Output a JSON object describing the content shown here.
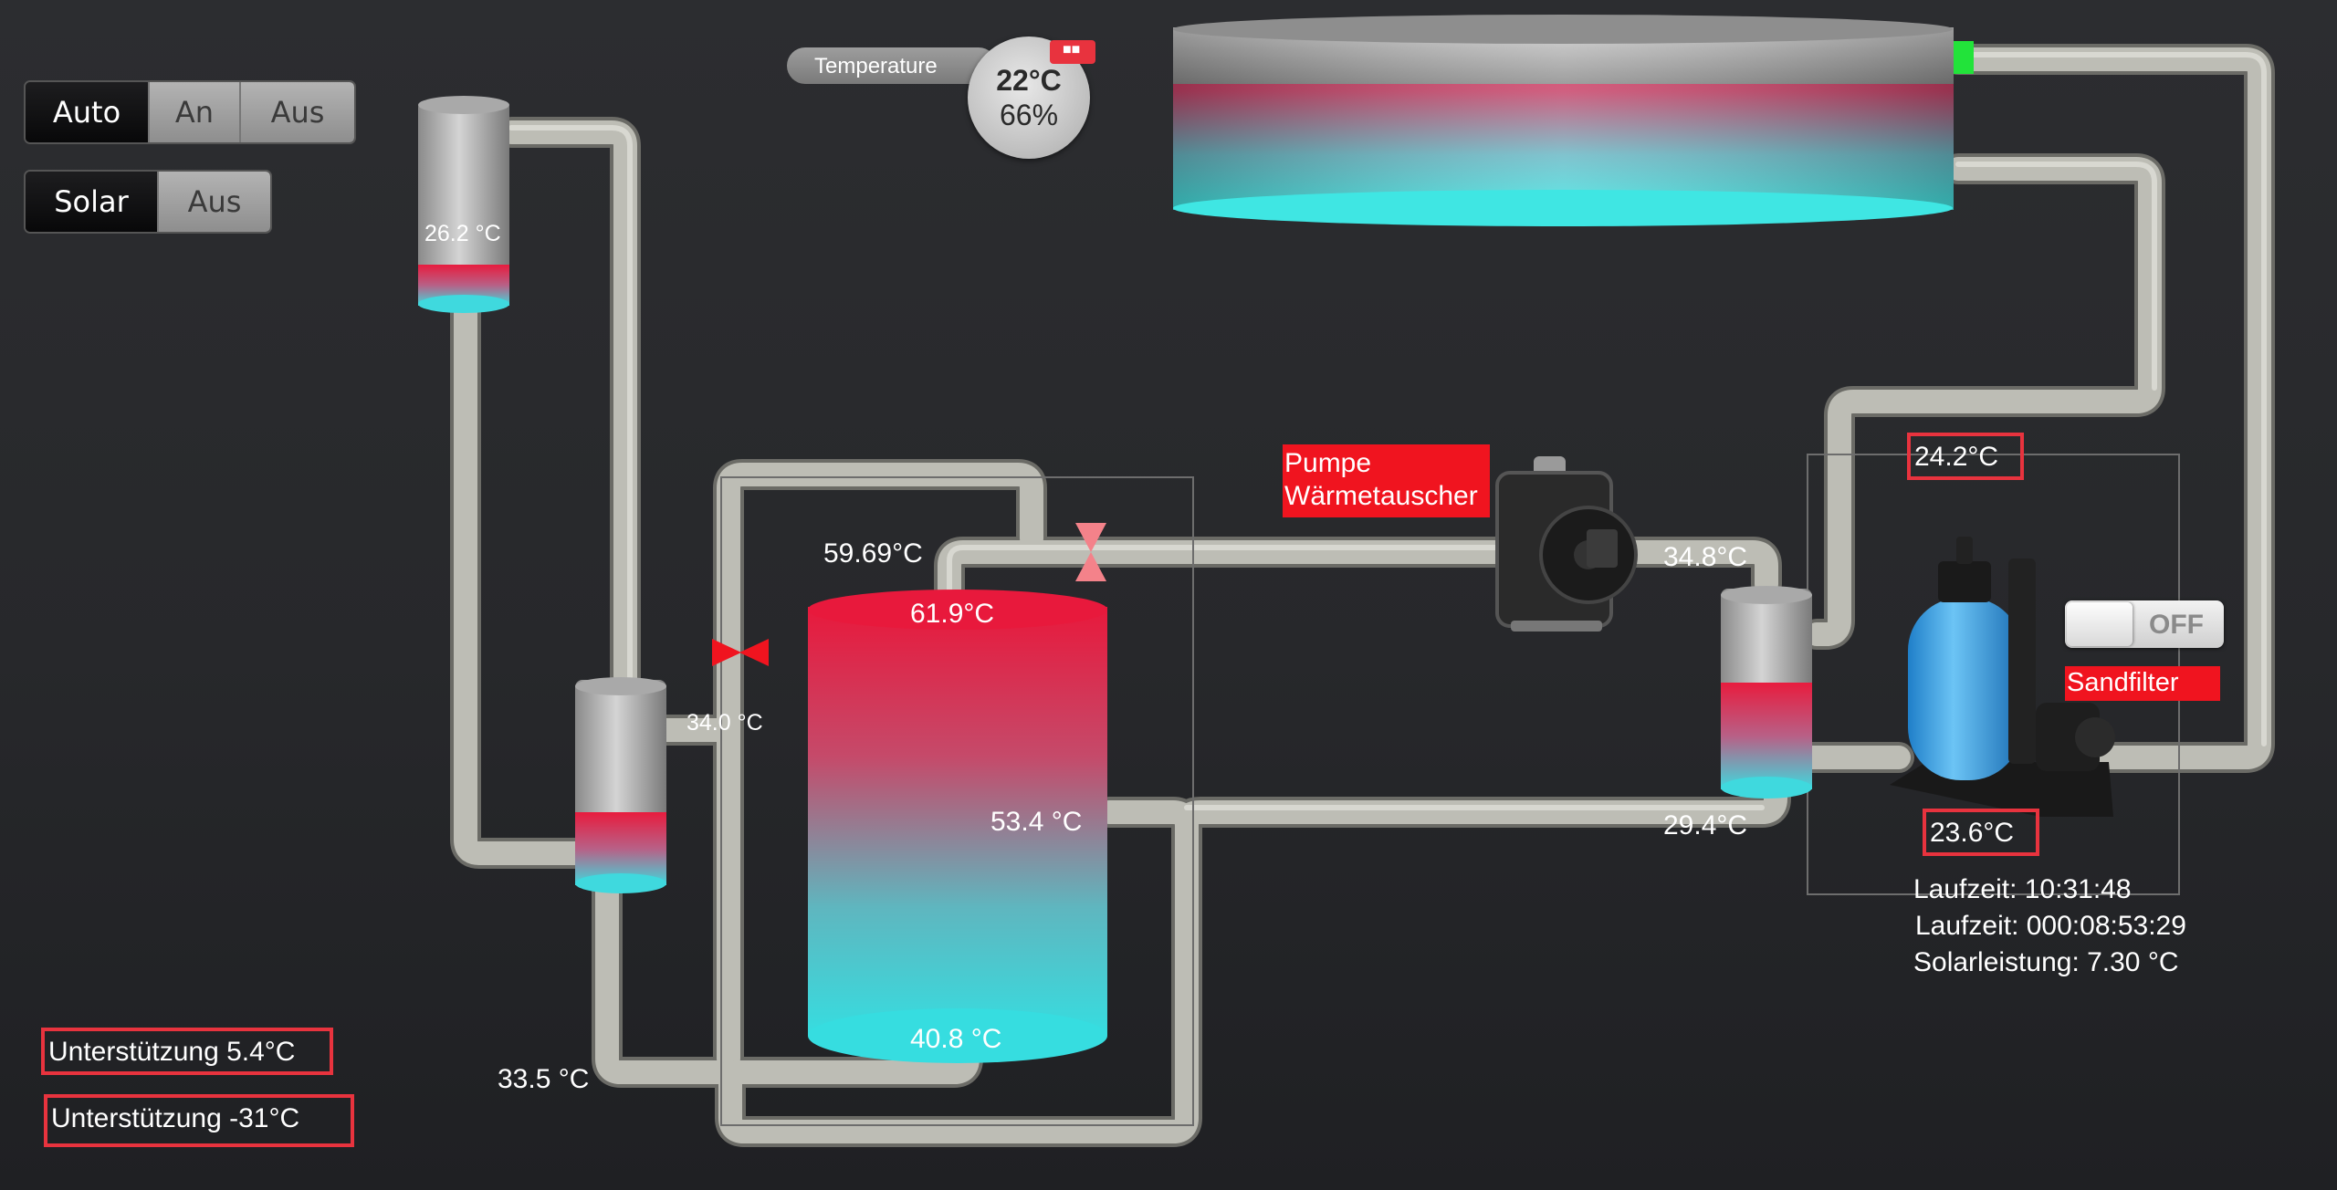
{
  "mode_buttons": {
    "auto": "Auto",
    "an": "An",
    "aus": "Aus"
  },
  "solar_buttons": {
    "solar": "Solar",
    "aus": "Aus"
  },
  "weather_widget": {
    "label": "Temperature",
    "temperature": "22°C",
    "humidity": "66%"
  },
  "collector_temperature": "26.2 °C",
  "exchanger_left_temperature": "34.0 °C",
  "return_bottom_temperature": "33.5 °C",
  "storage_tank": {
    "top_feed_temperature": "59.69°C",
    "top": "61.9°C",
    "middle": "53.4 °C",
    "bottom": "40.8 °C"
  },
  "pump_label": {
    "line1": "Pumpe",
    "line2": "Wärmetauscher"
  },
  "exchanger_right_in_temperature": "34.8°C",
  "exchanger_right_out_temperature": "29.4°C",
  "pool_return_temperature": "24.2°C",
  "filter_temperature": "23.6°C",
  "sandfilter": {
    "label": "Sandfilter",
    "toggle": "OFF"
  },
  "stats": {
    "laufzeit1": "Laufzeit: 10:31:48",
    "laufzeit2": "Laufzeit: 000:08:53:29",
    "solarleistung": "Solarleistung: 7.30 °C"
  },
  "unterstuetzung": {
    "a": "Unterstützung 5.4°C",
    "b": "Unterstützung -31°C"
  },
  "colors": {
    "hot": "#e8193c",
    "cold": "#36dde0",
    "pipe": "#b8b8b0",
    "alert": "#f0141f",
    "active_green": "#22e33a"
  }
}
